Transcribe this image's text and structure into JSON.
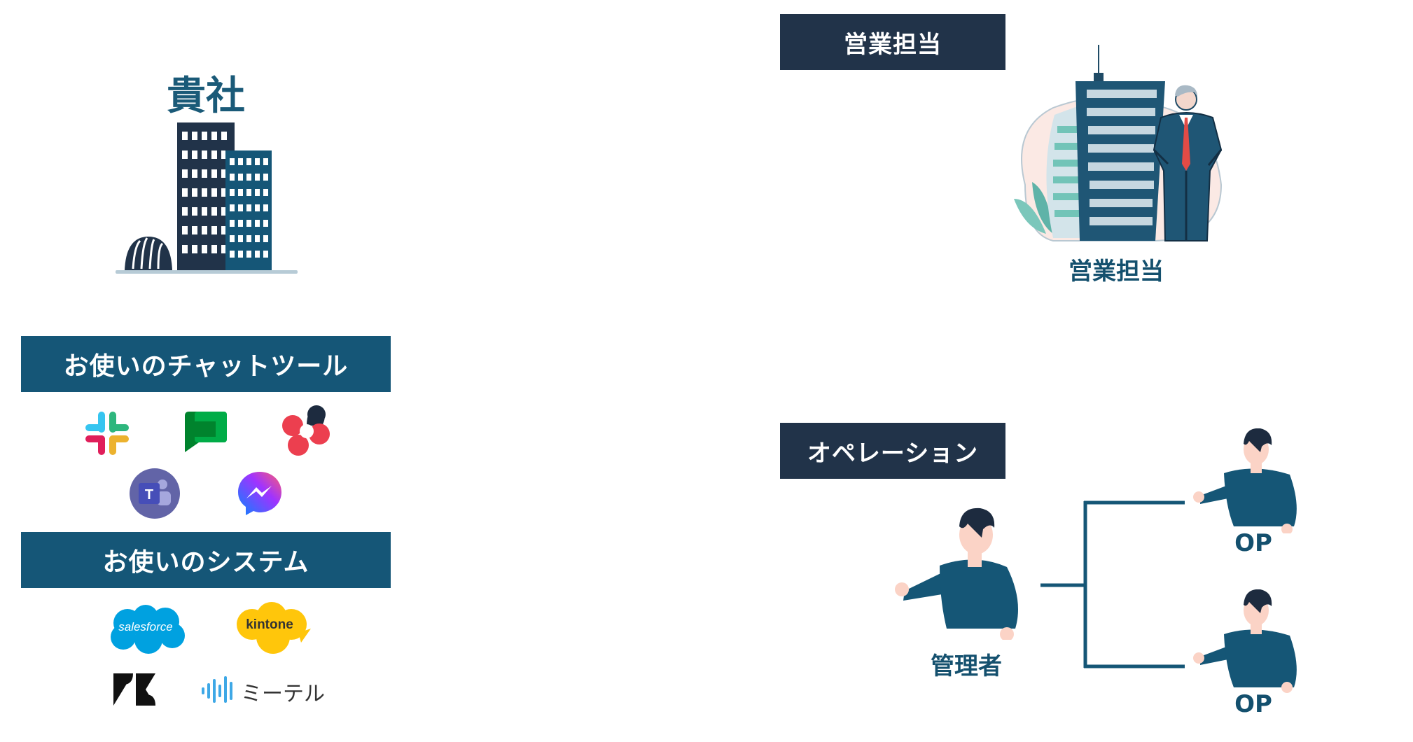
{
  "company": {
    "title": "貴社"
  },
  "chat_tools": {
    "heading": "お使いのチャットツール",
    "items": [
      {
        "icon": "slack-icon"
      },
      {
        "icon": "google-chat-icon"
      },
      {
        "icon": "chatwork-icon"
      },
      {
        "icon": "microsoft-teams-icon"
      },
      {
        "icon": "messenger-icon"
      }
    ]
  },
  "systems": {
    "heading": "お使いのシステム",
    "items": [
      {
        "icon": "salesforce-logo",
        "label": "salesforce"
      },
      {
        "icon": "kintone-logo",
        "label": "kintone"
      },
      {
        "icon": "zendesk-logo"
      },
      {
        "icon": "meetel-logo",
        "label": "ミーテル"
      }
    ]
  },
  "sales": {
    "heading": "営業担当",
    "caption": "営業担当"
  },
  "operation": {
    "heading": "オペレーション",
    "manager_caption": "管理者",
    "operators": [
      {
        "caption": "OP"
      },
      {
        "caption": "OP"
      }
    ]
  },
  "colors": {
    "navy_bar": "#213349",
    "teal_bar": "#155677",
    "caption_blue": "#14506e",
    "person_blue": "#155676",
    "skin": "#fbd3c6",
    "hair": "#1d2b3f"
  }
}
